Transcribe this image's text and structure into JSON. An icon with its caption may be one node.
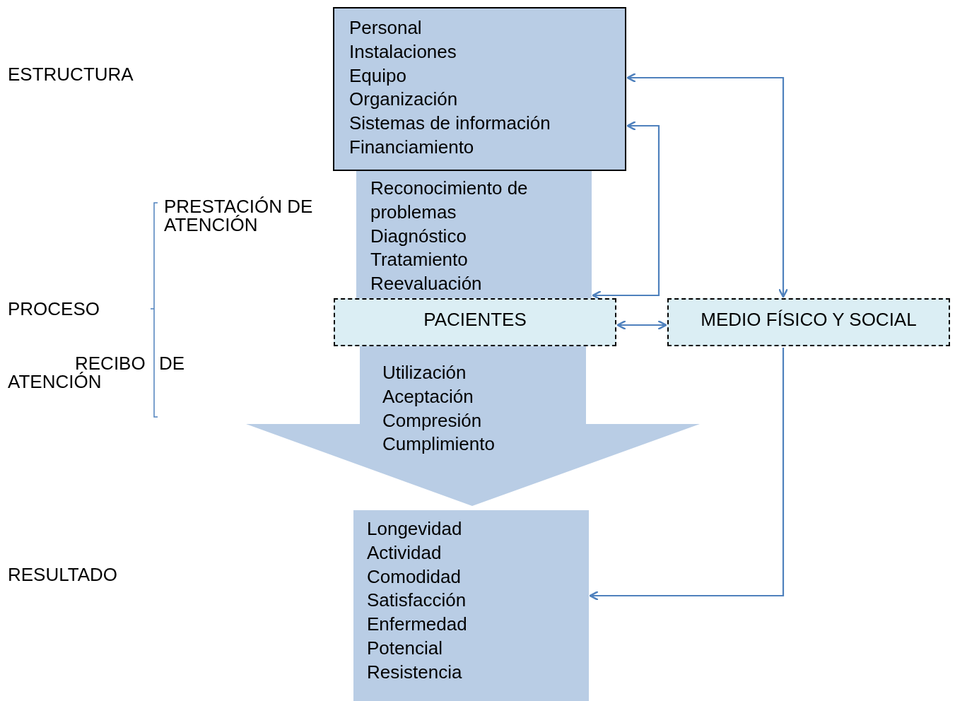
{
  "diagram": {
    "nodes": [
      {
        "text": [
          "Personal",
          "Instalaciones",
          "Equipo",
          "Organización",
          "Sistemas de información",
          "Financiamiento"
        ]
      },
      {
        "text": [
          "Reconocimiento de problemas",
          "Diagnóstico",
          "Tratamiento",
          "Reevaluación"
        ]
      },
      {
        "text": [
          "PACIENTES"
        ]
      },
      {
        "text": [
          "MEDIO FÍSICO Y SOCIAL"
        ]
      },
      {
        "text": [
          "Utilización",
          "Aceptación",
          "Compresión",
          "Cumplimiento"
        ]
      },
      {
        "text": [
          "Longevidad",
          "Actividad",
          "Comodidad",
          "Satisfacción",
          "Enfermedad",
          "Potencial",
          "Resistencia"
        ]
      }
    ],
    "edges": [
      {
        "from": 3,
        "to": 0,
        "arrow": "both"
      },
      {
        "from": 1,
        "to": 0,
        "arrow": "both"
      },
      {
        "from": 2,
        "to": 3,
        "arrow": "both"
      },
      {
        "from": 3,
        "to": 5,
        "arrow": "to"
      }
    ],
    "labels": [
      "ESTRUCTURA",
      "PRESTACIÓN DE ATENCIÓN",
      "PROCESO",
      "RECIBO DE ATENCIÓN",
      "RESULTADO"
    ]
  }
}
